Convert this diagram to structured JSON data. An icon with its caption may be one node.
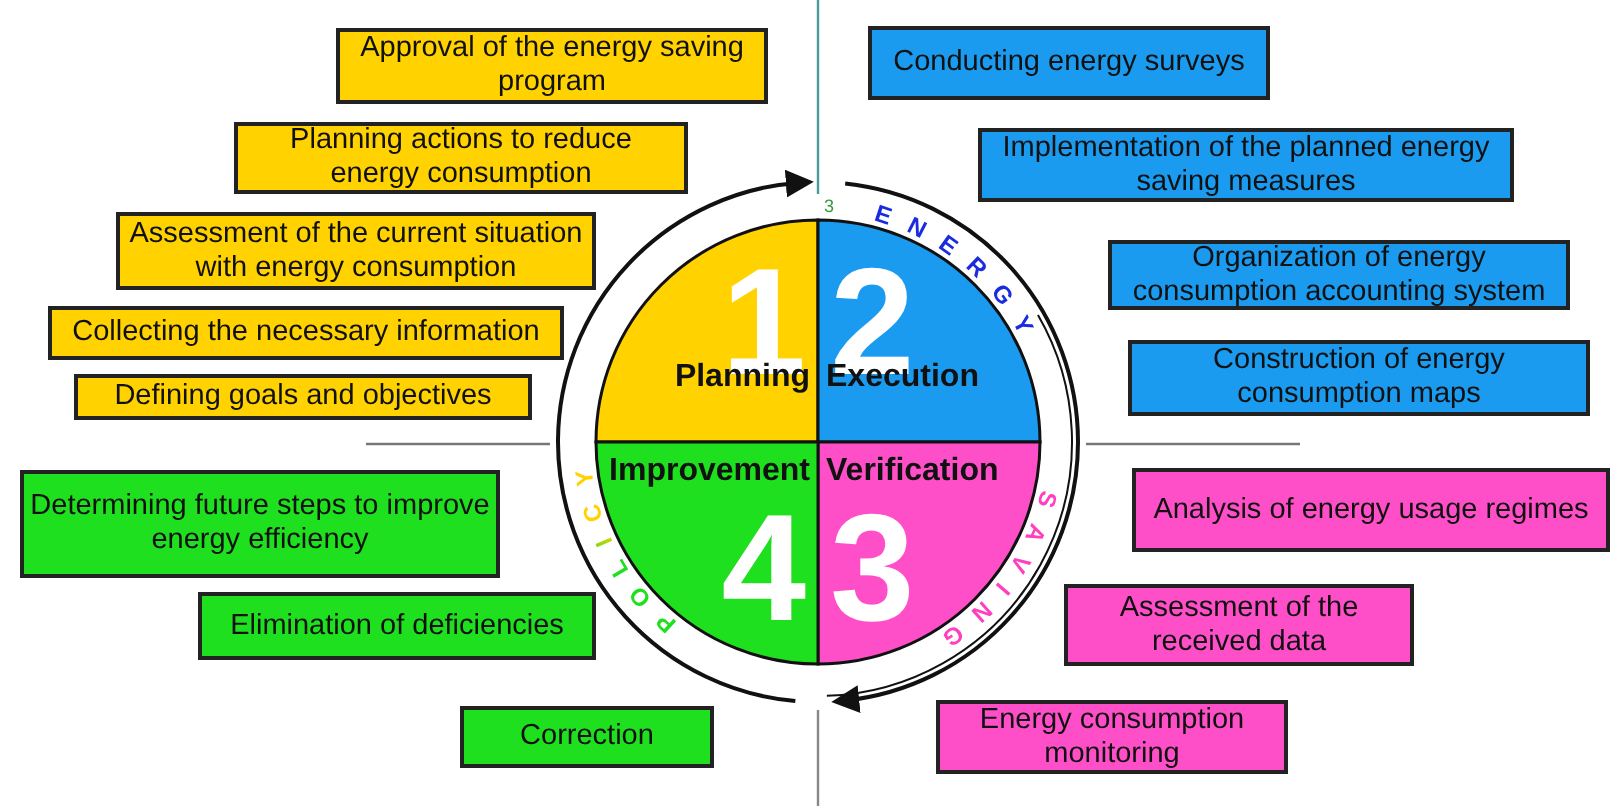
{
  "diagram": {
    "nodes": [
      {
        "text": [
          "1",
          "Planning"
        ]
      },
      {
        "text": [
          "2",
          "Execution"
        ]
      },
      {
        "text": [
          "Verification",
          "3"
        ]
      },
      {
        "text": [
          "Improvement",
          "4"
        ]
      },
      {
        "text": [
          "Approval of the energy saving program"
        ]
      },
      {
        "text": [
          "Planning actions to reduce energy consumption"
        ]
      },
      {
        "text": [
          "Assessment of the current situation with energy consumption"
        ]
      },
      {
        "text": [
          "Collecting the necessary information"
        ]
      },
      {
        "text": [
          "Defining goals and objectives"
        ]
      },
      {
        "text": [
          "Conducting energy surveys"
        ]
      },
      {
        "text": [
          "Implementation of the planned energy saving measures"
        ]
      },
      {
        "text": [
          "Organization of energy consumption accounting system"
        ]
      },
      {
        "text": [
          "Construction of energy consumption maps"
        ]
      },
      {
        "text": [
          "Analysis of energy usage regimes"
        ]
      },
      {
        "text": [
          "Assessment of the received data"
        ]
      },
      {
        "text": [
          "Energy consumption monitoring"
        ]
      },
      {
        "text": [
          "Determining future steps to improve energy efficiency"
        ]
      },
      {
        "text": [
          "Elimination of deficiencies"
        ]
      },
      {
        "text": [
          "Correction"
        ]
      }
    ],
    "labels": [
      "3",
      "ENERGY",
      "POLICY",
      "SAVING"
    ]
  }
}
